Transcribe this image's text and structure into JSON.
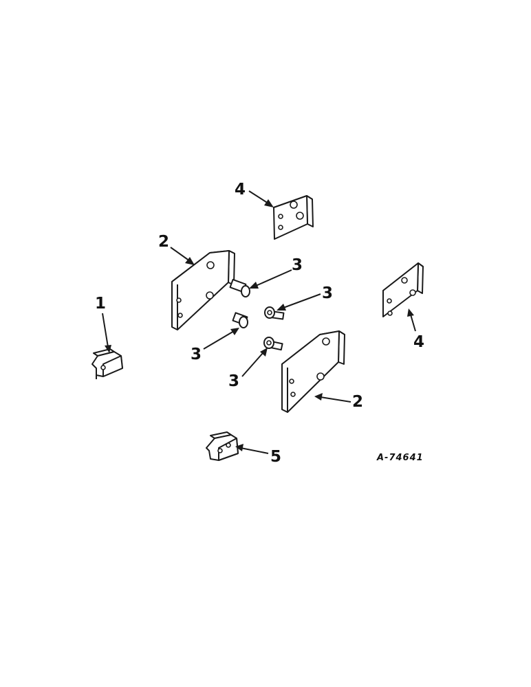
{
  "drawing_code": "A-74641",
  "callouts": {
    "c1": "1",
    "c2a": "2",
    "c2b": "2",
    "c3a": "3",
    "c3b": "3",
    "c3c": "3",
    "c3d": "3",
    "c4a": "4",
    "c4b": "4",
    "c5": "5"
  },
  "colors": {
    "ink": "#1a1a1a",
    "paper": "#ffffff"
  }
}
